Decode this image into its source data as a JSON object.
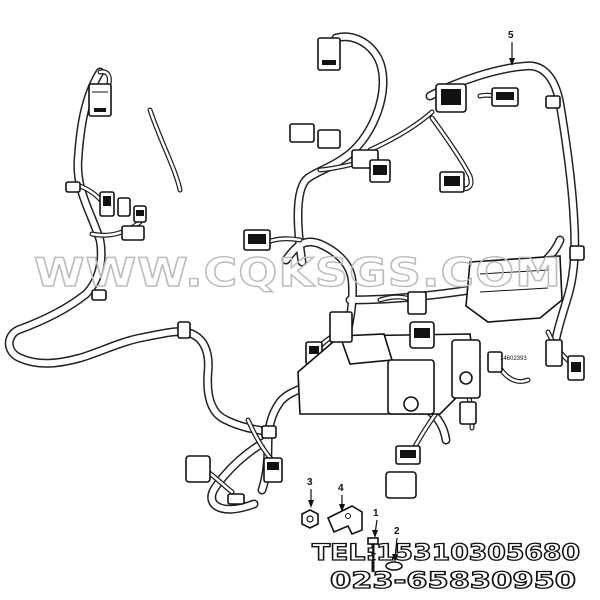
{
  "diagram": {
    "callouts": [
      "1",
      "2",
      "3",
      "4",
      "5"
    ],
    "reference_code": "14602393",
    "watermark": "WWW.CQKSGS.COM",
    "phone_line_1": "TEL:15310305680",
    "phone_line_2": "023-65830950",
    "colors": {
      "line": "#111111",
      "background": "#ffffff",
      "watermark": "#bcbcbc"
    }
  }
}
